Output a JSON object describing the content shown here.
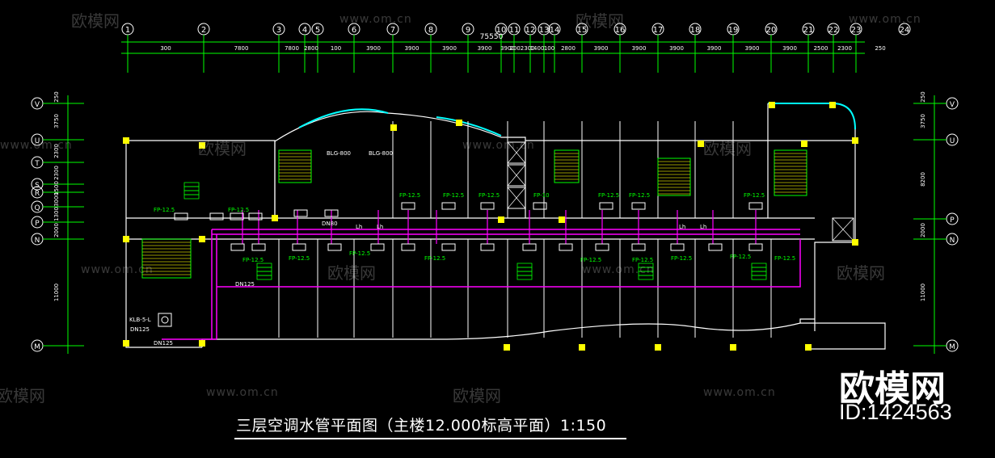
{
  "drawing": {
    "title": "三层空调水管平面图（主楼12.000标高平面）1:150",
    "total_dimension": "75550",
    "column_axes": [
      "1",
      "2",
      "3",
      "4",
      "5",
      "6",
      "7",
      "8",
      "9",
      "10",
      "11",
      "12",
      "13",
      "14",
      "15",
      "16",
      "17",
      "18",
      "19",
      "20",
      "21",
      "22",
      "23",
      "24"
    ],
    "column_spacings": [
      "300",
      "7800",
      "7800",
      "2800",
      "100",
      "3900",
      "3900",
      "3900",
      "3900",
      "3900",
      "2002300",
      "1400",
      "100",
      "2800",
      "3900",
      "3900",
      "3900",
      "3900",
      "3900",
      "3900",
      "2500",
      "2300",
      "250"
    ],
    "row_axes_left": [
      "V",
      "U",
      "T",
      "S",
      "R",
      "Q",
      "P",
      "N",
      "M"
    ],
    "row_axes_right": [
      "V",
      "U",
      "P",
      "N",
      "M"
    ],
    "row_spacings_left": [
      "250",
      "3750",
      "2300",
      "2300",
      "1500",
      "3000",
      "1300",
      "2000",
      "11000"
    ],
    "row_spacings_right": [
      "250",
      "3750",
      "8200",
      "2000",
      "11000"
    ],
    "equipment_labels": {
      "fp125": "FP-12.5",
      "fp10": "FP-10",
      "blg800": "BLG-800",
      "dn80": "DN80",
      "dn125": "DN125",
      "klb": "KLB-5-L",
      "lh": "Lh"
    },
    "colors": {
      "wall": "#ffffff",
      "curtain": "#00ffff",
      "pipe": "#ff00ff",
      "equipment": "#00ff00",
      "column": "#ffff00",
      "axis_line": "#00ff00"
    }
  },
  "watermark": {
    "brand": "欧模网",
    "id": "ID:1424563",
    "url": "www.om.cn"
  }
}
